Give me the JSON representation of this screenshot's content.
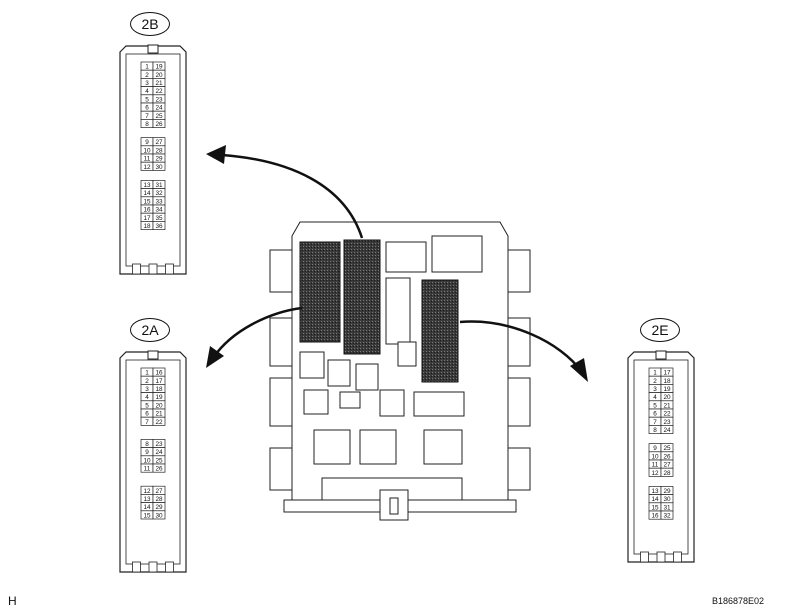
{
  "connectors": [
    {
      "label": "2B",
      "groups": [
        [
          [
            "1",
            "19"
          ],
          [
            "2",
            "20"
          ],
          [
            "3",
            "21"
          ],
          [
            "4",
            "22"
          ],
          [
            "5",
            "23"
          ],
          [
            "6",
            "24"
          ],
          [
            "7",
            "25"
          ],
          [
            "8",
            "26"
          ]
        ],
        [
          [
            "9",
            "27"
          ],
          [
            "10",
            "28"
          ],
          [
            "11",
            "29"
          ],
          [
            "12",
            "30"
          ]
        ],
        [
          [
            "13",
            "31"
          ],
          [
            "14",
            "32"
          ],
          [
            "15",
            "33"
          ],
          [
            "16",
            "34"
          ],
          [
            "17",
            "35"
          ],
          [
            "18",
            "36"
          ]
        ]
      ]
    },
    {
      "label": "2A",
      "groups": [
        [
          [
            "1",
            "16"
          ],
          [
            "2",
            "17"
          ],
          [
            "3",
            "18"
          ],
          [
            "4",
            "19"
          ],
          [
            "5",
            "20"
          ],
          [
            "6",
            "21"
          ],
          [
            "7",
            "22"
          ]
        ],
        [
          [
            "8",
            "23"
          ],
          [
            "9",
            "24"
          ],
          [
            "10",
            "25"
          ],
          [
            "11",
            "26"
          ]
        ],
        [
          [
            "12",
            "27"
          ],
          [
            "13",
            "28"
          ],
          [
            "14",
            "29"
          ],
          [
            "15",
            "30"
          ]
        ]
      ]
    },
    {
      "label": "2E",
      "groups": [
        [
          [
            "1",
            "17"
          ],
          [
            "2",
            "18"
          ],
          [
            "3",
            "19"
          ],
          [
            "4",
            "20"
          ],
          [
            "5",
            "21"
          ],
          [
            "6",
            "22"
          ],
          [
            "7",
            "23"
          ],
          [
            "8",
            "24"
          ]
        ],
        [
          [
            "9",
            "25"
          ],
          [
            "10",
            "26"
          ],
          [
            "11",
            "27"
          ],
          [
            "12",
            "28"
          ]
        ],
        [
          [
            "13",
            "29"
          ],
          [
            "14",
            "30"
          ],
          [
            "15",
            "31"
          ],
          [
            "16",
            "32"
          ]
        ]
      ]
    }
  ],
  "footer": {
    "corner_letter": "H",
    "figure_code": "B186878E02"
  }
}
